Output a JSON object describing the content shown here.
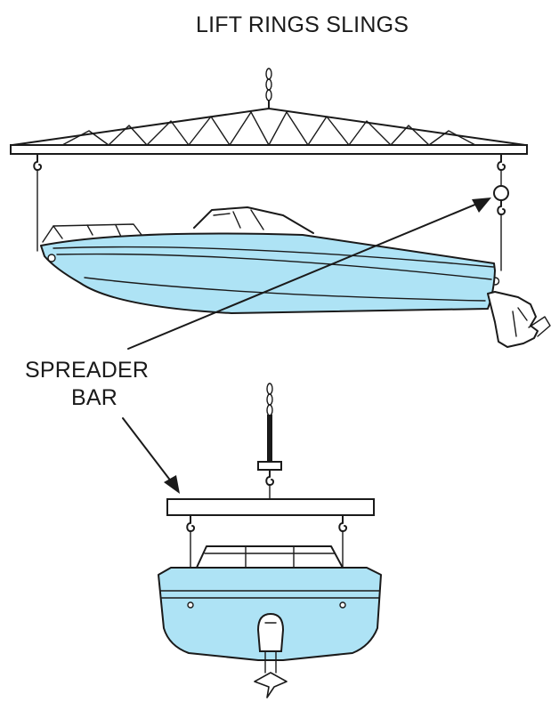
{
  "labels": {
    "title": "LIFT RINGS SLINGS",
    "spreader_line1": "SPREADER",
    "spreader_line2": "BAR"
  },
  "colors": {
    "hull": "#aee3f5",
    "ink": "#1a1a1a",
    "background": "#ffffff"
  }
}
